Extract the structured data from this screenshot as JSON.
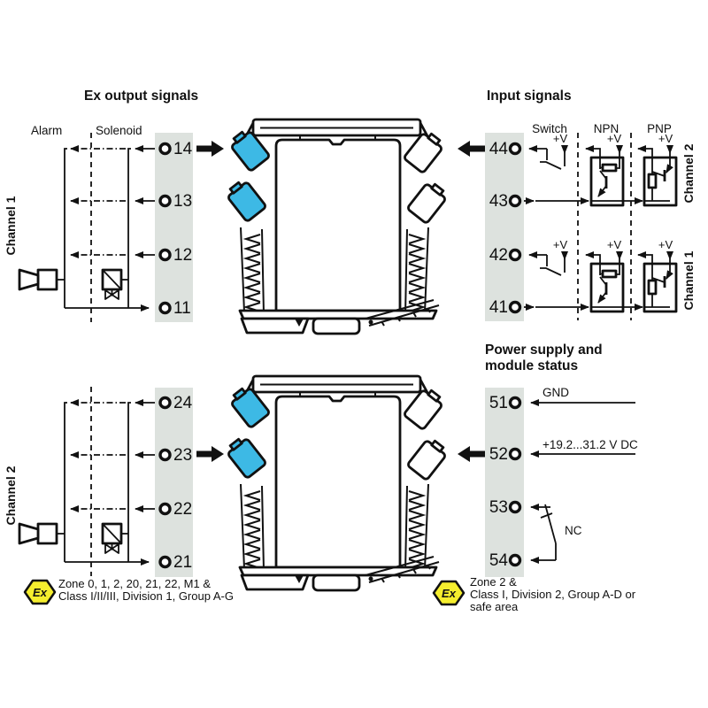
{
  "diagram": {
    "headings": {
      "ex_output": "Ex output signals",
      "input": "Input signals",
      "power_line1": "Power supply and",
      "power_line2": "module status"
    },
    "labels": {
      "alarm": "Alarm",
      "solenoid": "Solenoid",
      "switch": "Switch",
      "npn": "NPN",
      "pnp": "PNP",
      "channel1": "Channel 1",
      "channel2": "Channel 2",
      "plus_v": "+V",
      "gnd": "GND",
      "supply_voltage": "+19.2...31.2 V DC",
      "nc": "NC"
    },
    "terminals": {
      "ch1_output": [
        "14",
        "13",
        "12",
        "11"
      ],
      "ch2_output": [
        "24",
        "23",
        "22",
        "21"
      ],
      "ch2_input": [
        "44",
        "43"
      ],
      "ch1_input": [
        "42",
        "41"
      ],
      "power": [
        "51",
        "52",
        "53",
        "54"
      ]
    },
    "ex_notes": {
      "symbol": "Ex",
      "hazardous": {
        "line1": "Zone 0, 1, 2, 20, 21, 22, M1 &",
        "line2": "Class I/II/III, Division 1, Group A-G"
      },
      "safe": {
        "line1": "Zone 2 &",
        "line2": "Class I, Division 2, Group A-D or",
        "line3": "safe area"
      }
    },
    "colors": {
      "connector_blue": "#3db9e5",
      "strip_gray": "#dde2de",
      "ex_yellow": "#f5ee2e",
      "line": "#111111"
    }
  }
}
